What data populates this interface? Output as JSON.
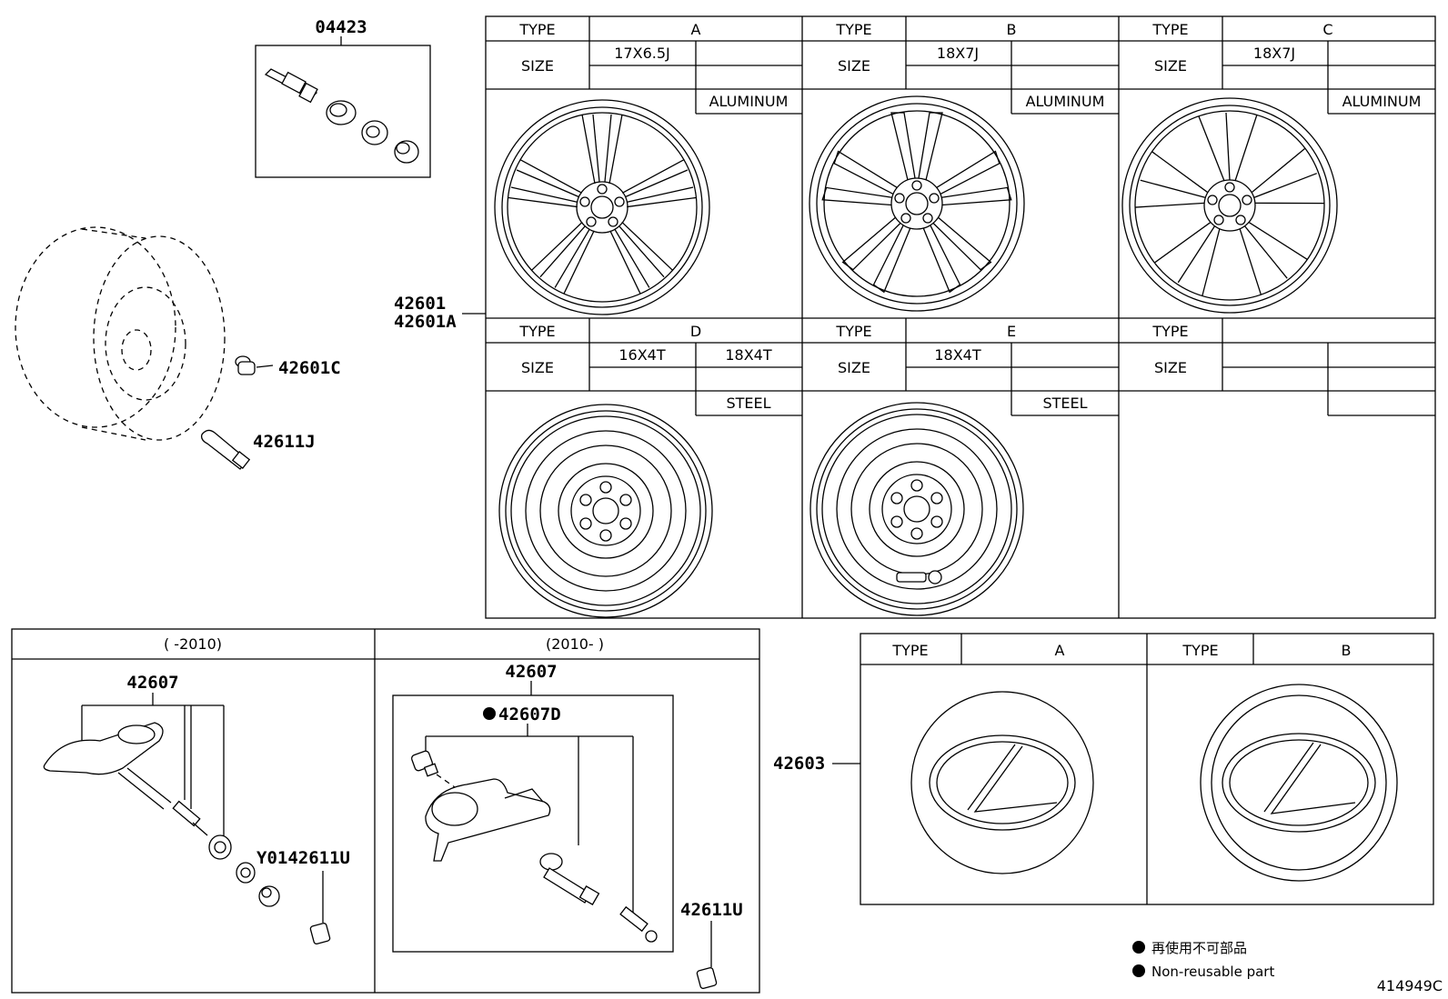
{
  "wheel_table": {
    "type_label": "TYPE",
    "size_label": "SIZE",
    "top_row": [
      {
        "type": "A",
        "size_1": "17X6.5J",
        "size_2": "",
        "material": "ALUMINUM"
      },
      {
        "type": "B",
        "size_1": "18X7J",
        "size_2": "",
        "material": "ALUMINUM"
      },
      {
        "type": "C",
        "size_1": "18X7J",
        "size_2": "",
        "material": "ALUMINUM"
      }
    ],
    "bottom_row": [
      {
        "type": "D",
        "size_1": "16X4T",
        "size_2": "18X4T",
        "material": "STEEL"
      },
      {
        "type": "E",
        "size_1": "18X4T",
        "size_2": "",
        "material": "STEEL"
      },
      {
        "type": "",
        "size_1": "",
        "size_2": "",
        "material": ""
      }
    ]
  },
  "cap_table": {
    "type_label": "TYPE",
    "cols": [
      {
        "type": "A"
      },
      {
        "type": "B"
      }
    ]
  },
  "part_labels": {
    "p04423": "04423",
    "p42601": "42601",
    "p42601A": "42601A",
    "p42601C": "42601C",
    "p42611J": "42611J",
    "p42603": "42603",
    "p42607_left": "42607",
    "p42607_right": "42607",
    "p42607D": "42607D",
    "p42611U_left": "Y0142611U",
    "p42611U_right": "42611U"
  },
  "tpms_panels": {
    "left_header": "(    -2010)",
    "right_header": "(2010-    )"
  },
  "legend": {
    "japanese": "再使用不可部品",
    "english": "Non-reusable part"
  },
  "diagram_id": "414949C"
}
